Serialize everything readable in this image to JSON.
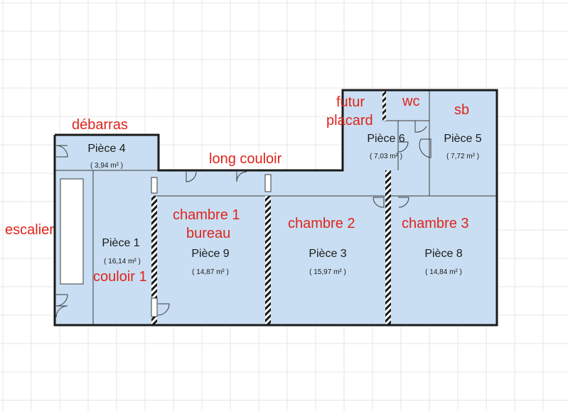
{
  "colors": {
    "room_fill": "#c9def2",
    "wall": "#1a1a1a",
    "grid": "#e6e6e6",
    "annotation": "#e0241b"
  },
  "rooms": [
    {
      "id": "piece-4",
      "name": "Pièce 4",
      "area": "( 3,94 m² )"
    },
    {
      "id": "piece-1",
      "name": "Pièce 1",
      "area": "( 16,14 m² )"
    },
    {
      "id": "piece-9",
      "name": "Pièce 9",
      "area": "( 14,87 m² )"
    },
    {
      "id": "piece-3",
      "name": "Pièce 3",
      "area": "( 15,97 m² )"
    },
    {
      "id": "piece-8",
      "name": "Pièce 8",
      "area": "( 14,84 m² )"
    },
    {
      "id": "piece-6",
      "name": "Pièce 6",
      "area": "( 7,03 m² )"
    },
    {
      "id": "piece-5",
      "name": "Pièce 5",
      "area": "( 7,72 m² )"
    }
  ],
  "annotations": {
    "debarras": "débarras",
    "long_couloir": "long couloir",
    "futur": "futur",
    "placard": "placard",
    "wc": "wc",
    "sb": "sb",
    "escalier": "escalier",
    "chambre1": "chambre 1",
    "bureau": "bureau",
    "chambre2": "chambre 2",
    "chambre3": "chambre 3",
    "couloir1": "couloir 1"
  }
}
